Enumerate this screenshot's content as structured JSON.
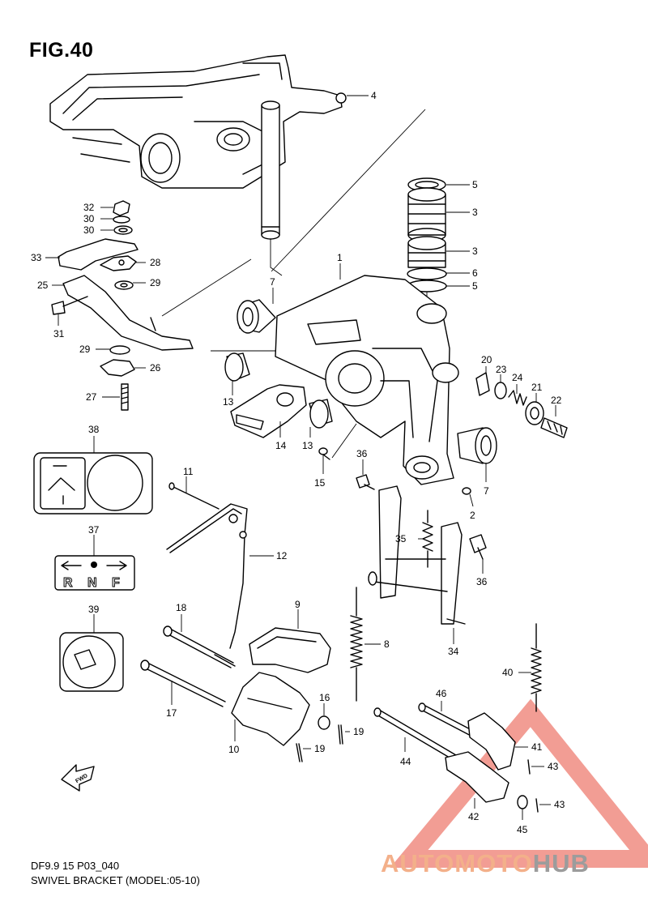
{
  "figure": {
    "title": "FIG.40",
    "code": "DF9.9 15 P03_040",
    "name": "SWIVEL BRACKET (MODEL:05-10)"
  },
  "labels": {
    "l1": "1",
    "l2": "2",
    "l3a": "3",
    "l3b": "3",
    "l4": "4",
    "l5a": "5",
    "l5b": "5",
    "l6": "6",
    "l7a": "7",
    "l7b": "7",
    "l8": "8",
    "l9": "9",
    "l10": "10",
    "l11": "11",
    "l12": "12",
    "l13a": "13",
    "l13b": "13",
    "l14": "14",
    "l15": "15",
    "l16": "16",
    "l17": "17",
    "l18": "18",
    "l19a": "19",
    "l19b": "19",
    "l20": "20",
    "l21": "21",
    "l22": "22",
    "l23": "23",
    "l24": "24",
    "l25": "25",
    "l26": "26",
    "l27": "27",
    "l28": "28",
    "l29a": "29",
    "l29b": "29",
    "l30a": "30",
    "l30b": "30",
    "l31": "31",
    "l32": "32",
    "l33": "33",
    "l34": "34",
    "l35": "35",
    "l36a": "36",
    "l36b": "36",
    "l37": "37",
    "l38": "38",
    "l39": "39",
    "l40": "40",
    "l41": "41",
    "l42": "42",
    "l43a": "43",
    "l43b": "43",
    "l44": "44",
    "l45": "45",
    "l46": "46"
  },
  "decal_37": {
    "letters": [
      "R",
      "N",
      "F"
    ]
  },
  "fwd_arrow": {
    "text": "FWD"
  },
  "watermark": {
    "text_a": "AUTOMOTO",
    "text_b": "HUB",
    "color_a": "#f3b08a",
    "color_b": "#9c9c9c",
    "triangle_color": "#e74c3c"
  }
}
